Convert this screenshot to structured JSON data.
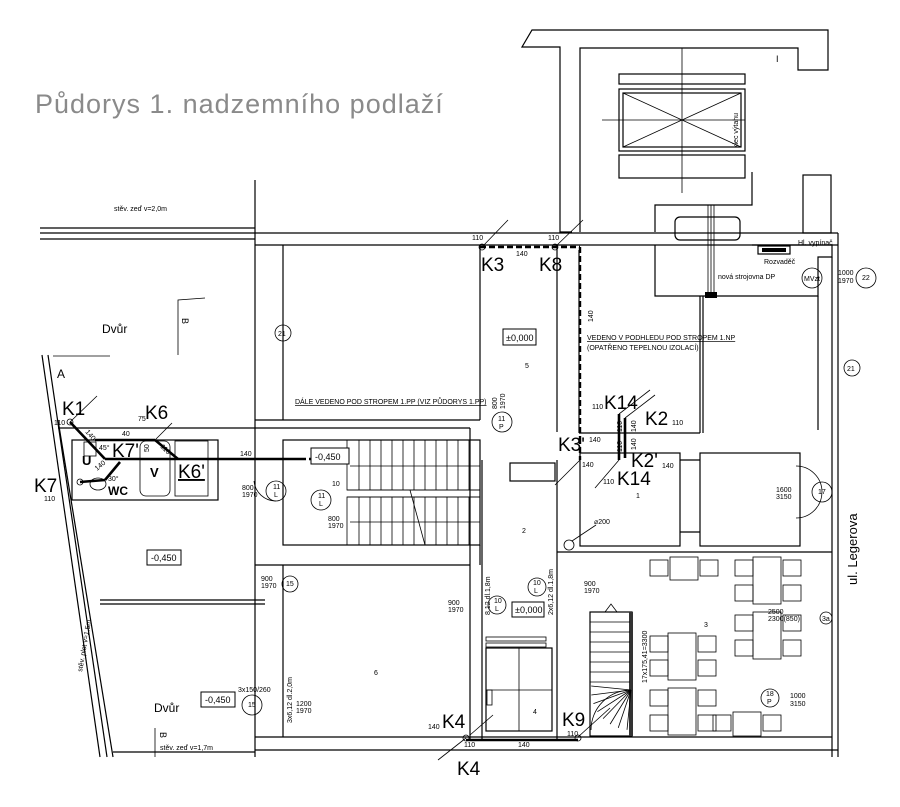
{
  "title": "Půdorys 1. nadzemního podlaží",
  "notes": {
    "wall_top": "stěv. zeď v=2,0m",
    "fence_left": "stěv. plot v=1,5m",
    "wall_bottom": "stěv. zeď v=1,7m",
    "routed_under_ceiling_pp": "DÁLE VEDENO POD STROPEM 1.PP (VIZ PŮDORYS 1.PP)",
    "routed_ceiling_np": "VEDENO V PODHLEDU POD STROPEM 1.NP",
    "insulation": "(OPATŘENO TEPELNOU IZOLACÍ)",
    "lift_cage": "klec výtahu",
    "switchboard": "Rozvaděč",
    "main_switch": "Hl. vypínač",
    "machine_room": "nová strojovna DP",
    "street": "ul. Legerova",
    "stair_spec": "17x175,41=3300",
    "window_spec": "3x150/260",
    "radiator_a": "3x6,12 dl.2,0m",
    "radiator_b": "8,12 dl.1,8m",
    "radiator_c": "2x6,12 dl.1,8m",
    "pipe_dia": "⌀200",
    "mark_i": "I"
  },
  "areas": {
    "courtyard_top": "Dvůr",
    "courtyard_bottom": "Dvůr"
  },
  "section_marks": {
    "a": "A",
    "b_top": "B",
    "b_bottom": "B"
  },
  "fixtures": {
    "urinal": "U",
    "bath": "V",
    "wc": "WC",
    "mvzt": "MVzt"
  },
  "levels": [
    "-0,450",
    "±0,000",
    "-0,450",
    "-0,450",
    "±0,000"
  ],
  "rooms": [
    "1",
    "2",
    "3",
    "4",
    "5",
    "6",
    "10"
  ],
  "risers": {
    "K1": "K1",
    "K6": "K6",
    "K7p": "K7'",
    "K6p": "K6'",
    "K7": "K7",
    "K3": "K3",
    "K8": "K8",
    "K14a": "K14",
    "K2": "K2",
    "K3p": "K3'",
    "K2p": "K2'",
    "K14b": "K14",
    "K4a": "K4",
    "K4b": "K4",
    "K9": "K9"
  },
  "pipe_dims": {
    "k1": "110",
    "k6": "75",
    "d40": "40",
    "d140a": "140",
    "a45": "45°",
    "d50": "50",
    "d110a": "110",
    "d140b": "140",
    "a30": "30°",
    "k7": "110",
    "main": "140",
    "k3": "110",
    "k3k8": "140",
    "k8": "110",
    "vert": "140",
    "k14a": "110",
    "k2": "110",
    "k14v1": "110",
    "k2v1": "140",
    "k14v2": "110",
    "k2v2": "140",
    "k3p_top": "140",
    "k3p_bot": "140",
    "k2p": "140",
    "k14b": "110",
    "k4": "140",
    "k4b": "110",
    "k4k9": "140",
    "k9": "110"
  },
  "doors": [
    {
      "w": "800",
      "h": "1970",
      "no": "11",
      "side": "L"
    },
    {
      "w": "800",
      "h": "1970",
      "no": "11",
      "side": "L"
    },
    {
      "w": "800",
      "h": "1970",
      "no": "11",
      "side": "P"
    },
    {
      "w": "1600",
      "h": "3150",
      "no": "17"
    },
    {
      "w": "1000",
      "h": "1970",
      "no": "22"
    },
    {
      "w": "900",
      "h": "1970",
      "no": "15"
    },
    {
      "w": "1200",
      "h": "1970",
      "no": "15"
    },
    {
      "w": "900",
      "h": "1970",
      "no": "10",
      "side": "L"
    },
    {
      "w": "900",
      "h": "1970",
      "no": "10",
      "side": "L"
    },
    {
      "w": "2500",
      "h": "2300(850)",
      "no": "3a"
    },
    {
      "w": "1000",
      "h": "3150",
      "no": "18",
      "side": "P"
    }
  ],
  "axis_marks": [
    "21",
    "21"
  ]
}
